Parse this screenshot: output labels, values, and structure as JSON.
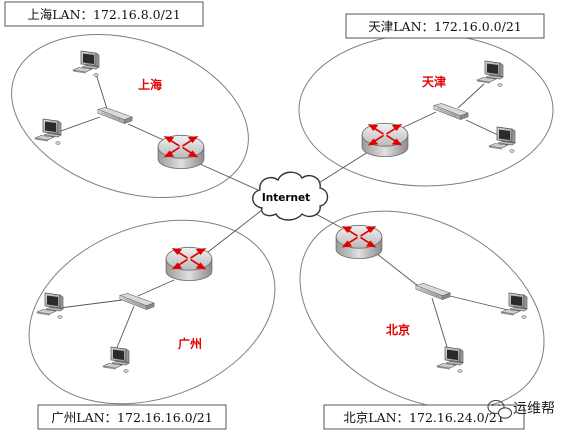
{
  "lan_labels": {
    "shanghai": "上海LAN：172.16.8.0/21",
    "tianjin": "天津LAN：172.16.0.0/21",
    "guangzhou": "广州LAN：172.16.16.0/21",
    "beijing": "北京LAN：172.16.24.0/21"
  },
  "sites": {
    "shanghai": "上海",
    "tianjin": "天津",
    "guangzhou": "广州",
    "beijing": "北京"
  },
  "internet": {
    "label": "Internet"
  },
  "watermark": {
    "text": "运维帮"
  },
  "colors": {
    "site_label": "#e60000",
    "router_arrows": "#e00000",
    "line": "#555555",
    "ellipse_stroke": "#7f7f7f"
  },
  "icons": [
    "router-icon",
    "switch-icon",
    "computer-icon",
    "cloud-icon",
    "wechat-icon"
  ]
}
